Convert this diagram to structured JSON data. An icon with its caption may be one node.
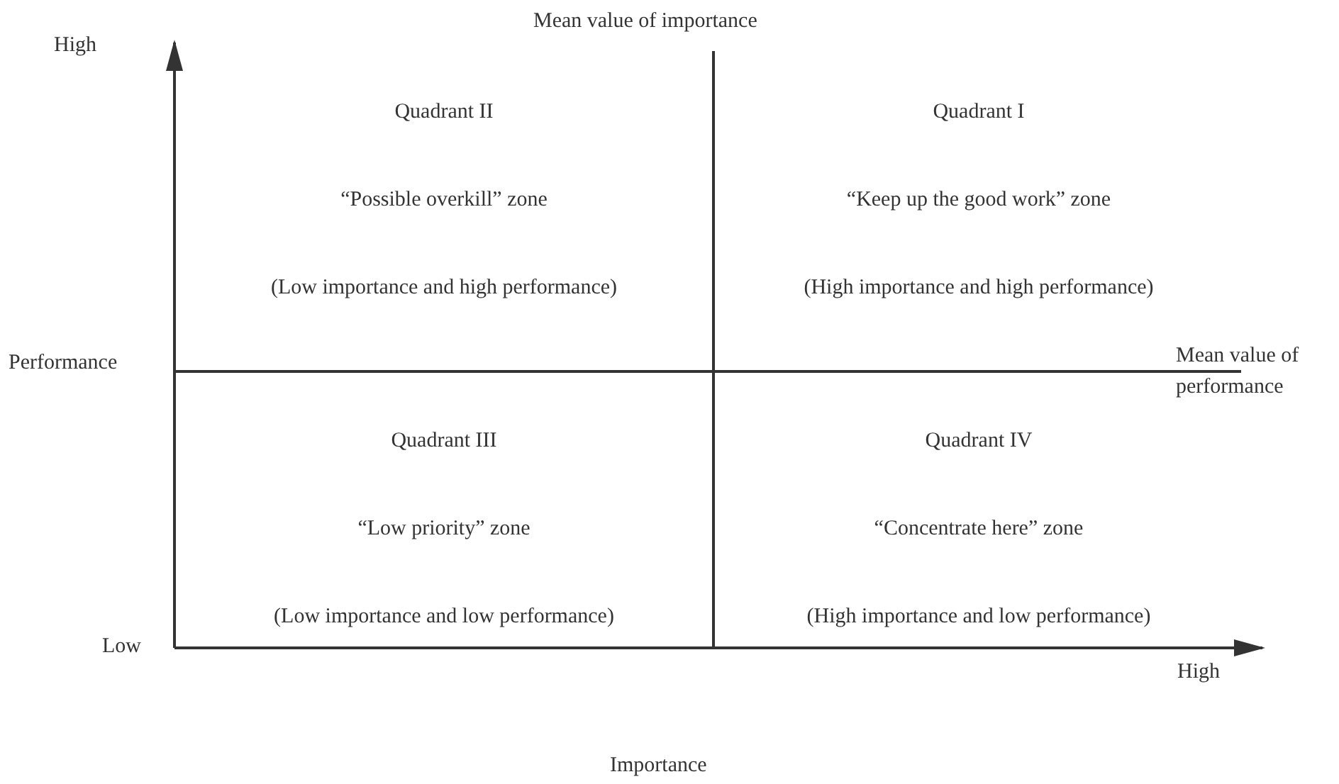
{
  "diagram": {
    "nodes": [
      {
        "text": [
          "Quadrant II",
          "“Possible overkill” zone",
          "(Low importance and high performance)"
        ]
      },
      {
        "text": [
          "Quadrant I",
          "“Keep up the good work” zone",
          "(High importance and high performance)"
        ]
      },
      {
        "text": [
          "Quadrant III",
          "“Low priority” zone",
          "(Low importance and low performance)"
        ]
      },
      {
        "text": [
          "Quadrant IV",
          "“Concentrate here” zone",
          "(High importance and low performance)"
        ]
      }
    ],
    "labels": [
      "High",
      "Mean value of importance",
      "Performance",
      "Mean value of performance",
      "Low",
      "High",
      "Importance"
    ]
  }
}
